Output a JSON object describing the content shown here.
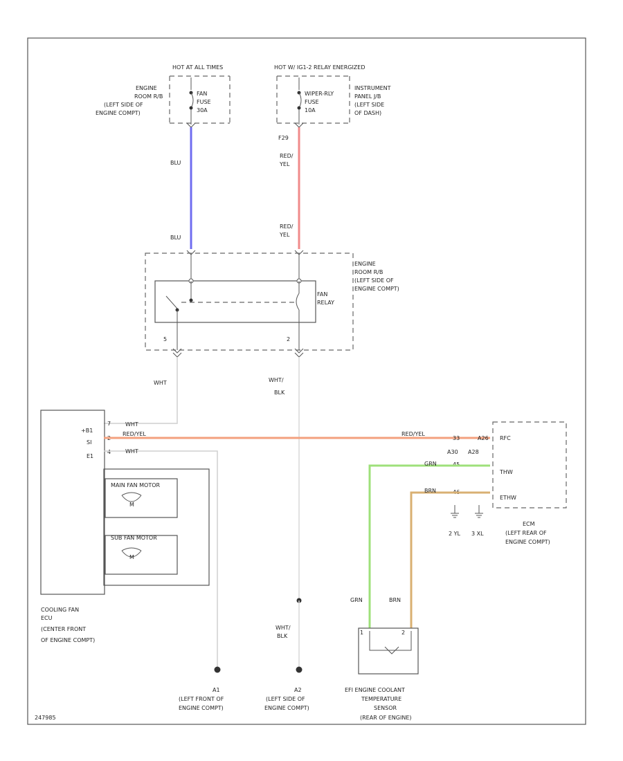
{
  "colors": {
    "blu": "#6f6cf0",
    "red_yel": "#f08a8a",
    "red_yel_h": "#f3a07e",
    "grn": "#9ee07a",
    "brn": "#d9b072",
    "wht": "#cfcfcf",
    "wht_blk": "#d8d8d8"
  },
  "hot_at_all_times": "HOT AT ALL TIMES",
  "hot_ig_relay": "HOT W/ IG1-2 RELAY ENERGIZED",
  "fuse1": {
    "name": "FAN",
    "type": "FUSE",
    "amp": "30A"
  },
  "fuse2": {
    "name": "WIPER-RLY",
    "type": "FUSE",
    "amp": "10A"
  },
  "loc_engine_room_1": [
    "ENGINE",
    "ROOM R/B",
    "(LEFT SIDE OF",
    "ENGINE COMPT)"
  ],
  "loc_instrument_panel": [
    "INSTRUMENT",
    "PANEL J/B",
    "(LEFT SIDE",
    "OF DASH)"
  ],
  "loc_engine_room_2": [
    "ENGINE",
    "ROOM R/B",
    "(LEFT SIDE OF",
    "ENGINE COMPT)"
  ],
  "pin_f29": "F29",
  "wire_blu": "BLU",
  "wire_red_yel": [
    "RED/",
    "YEL"
  ],
  "relay_label": [
    "FAN",
    "RELAY"
  ],
  "pin_relay_5": "5",
  "pin_relay_2": "2",
  "wire_wht": "WHT",
  "wire_wht_blk": [
    "WHT/",
    "BLK"
  ],
  "ecu_pins": [
    "+B1",
    "SI",
    "E1"
  ],
  "ecu_pin_nums": [
    "7",
    "2",
    "4"
  ],
  "wire_wht_a": "WHT",
  "wire_red_yel_h": "RED/YEL",
  "wire_wht_b": "WHT",
  "main_motor": "MAIN FAN MOTOR",
  "sub_motor": "SUB FAN MOTOR",
  "motor_symbol": "M",
  "ecu_label": [
    "COOLING FAN",
    "ECU",
    "(CENTER FRONT",
    "OF ENGINE COMPT)"
  ],
  "ecm": {
    "pins": [
      "RFC",
      "THW",
      "ETHW"
    ],
    "pin_nums": [
      "33",
      "45",
      "46"
    ],
    "connectors": [
      "A30",
      "A28",
      "A26"
    ],
    "wire_red_yel": "RED/YEL",
    "wire_grn": "GRN",
    "wire_brn": "BRN",
    "grounds": [
      "2 YL",
      "3 XL"
    ],
    "label": [
      "ECM",
      "(LEFT REAR OF",
      "ENGINE COMPT)"
    ]
  },
  "wire_grn": "GRN",
  "wire_brn": "BRN",
  "wire_wht_blk_2": [
    "WHT/",
    "BLK"
  ],
  "ground_a1": {
    "id": "A1",
    "label": [
      "(LEFT FRONT OF",
      "ENGINE COMPT)"
    ]
  },
  "ground_a2": {
    "id": "A2",
    "label": [
      "(LEFT SIDE OF",
      "ENGINE COMPT)"
    ]
  },
  "sensor_label": [
    "EFI ENGINE COOLANT",
    "TEMPERATURE",
    "SENSOR",
    "(REAR OF ENGINE)"
  ],
  "sensor_pins": [
    "1",
    "2"
  ],
  "diagram_id": "247985"
}
